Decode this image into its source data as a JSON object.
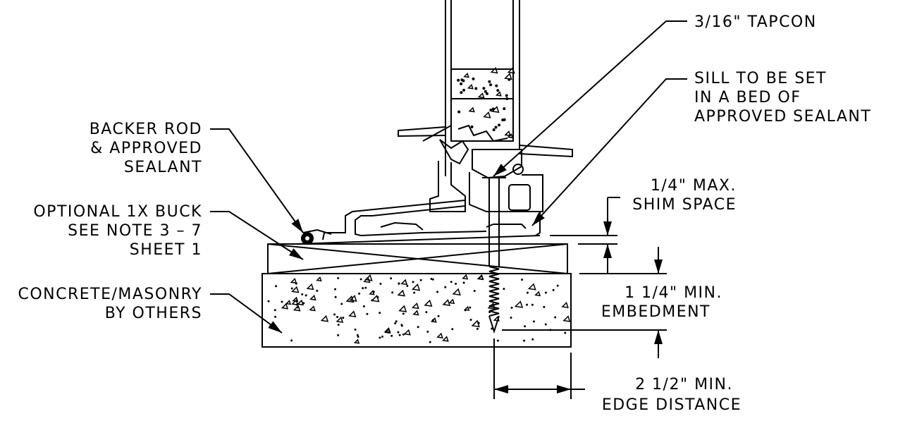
{
  "labels": {
    "tapcon": "3/16\" TAPCON",
    "sill": [
      "SILL TO BE SET",
      "IN A BED OF",
      "APPROVED SEALANT"
    ],
    "backer_rod": [
      "BACKER ROD",
      "& APPROVED",
      "SEALANT"
    ],
    "buck": [
      "OPTIONAL 1X BUCK",
      "SEE NOTE 3 – 7",
      "SHEET 1"
    ],
    "concrete": [
      "CONCRETE/MASONRY",
      "BY OTHERS"
    ],
    "shim": [
      "1/4\" MAX.",
      "SHIM SPACE"
    ],
    "embedment": [
      "1 1/4\" MIN.",
      "EMBEDMENT"
    ],
    "edge": [
      "2 1/2\" MIN.",
      "EDGE DISTANCE"
    ]
  },
  "colors": {
    "line": "#000000",
    "background": "#ffffff"
  }
}
